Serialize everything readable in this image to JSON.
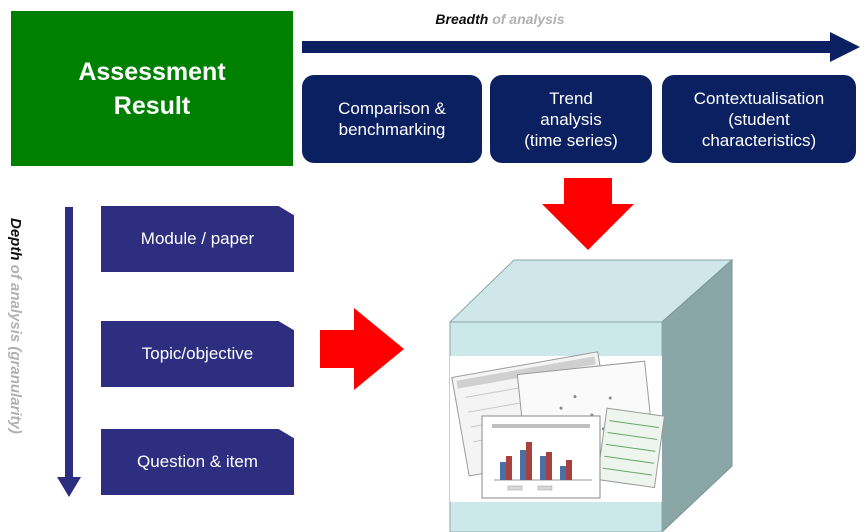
{
  "header": {
    "result_line1": "Assessment",
    "result_line2": "Result",
    "breadth_strong": "Breadth",
    "breadth_rest": " of analysis"
  },
  "breadth_boxes": [
    {
      "line1": "Comparison &",
      "line2": "benchmarking",
      "line3": ""
    },
    {
      "line1": "Trend",
      "line2": "analysis",
      "line3": "(time series)"
    },
    {
      "line1": "Contextualisation",
      "line2": "(student",
      "line3": "characteristics)"
    }
  ],
  "depth": {
    "strong": "Depth",
    "rest": " of analysis (granularity)"
  },
  "depth_boxes": [
    {
      "label": "Module / paper"
    },
    {
      "label": "Topic/objective"
    },
    {
      "label": "Question & item"
    }
  ],
  "colors": {
    "green": "#008000",
    "navy": "#0a2060",
    "purple": "#2e2e80",
    "red_arrow": "#ff0000",
    "cube_face": "#cce8e8"
  },
  "icons": {
    "breadth_arrow": "right-arrow-icon",
    "depth_arrow": "down-arrow-icon",
    "red_down": "red-down-arrow-icon",
    "red_right": "red-right-arrow-icon",
    "cube": "data-cube-icon"
  }
}
